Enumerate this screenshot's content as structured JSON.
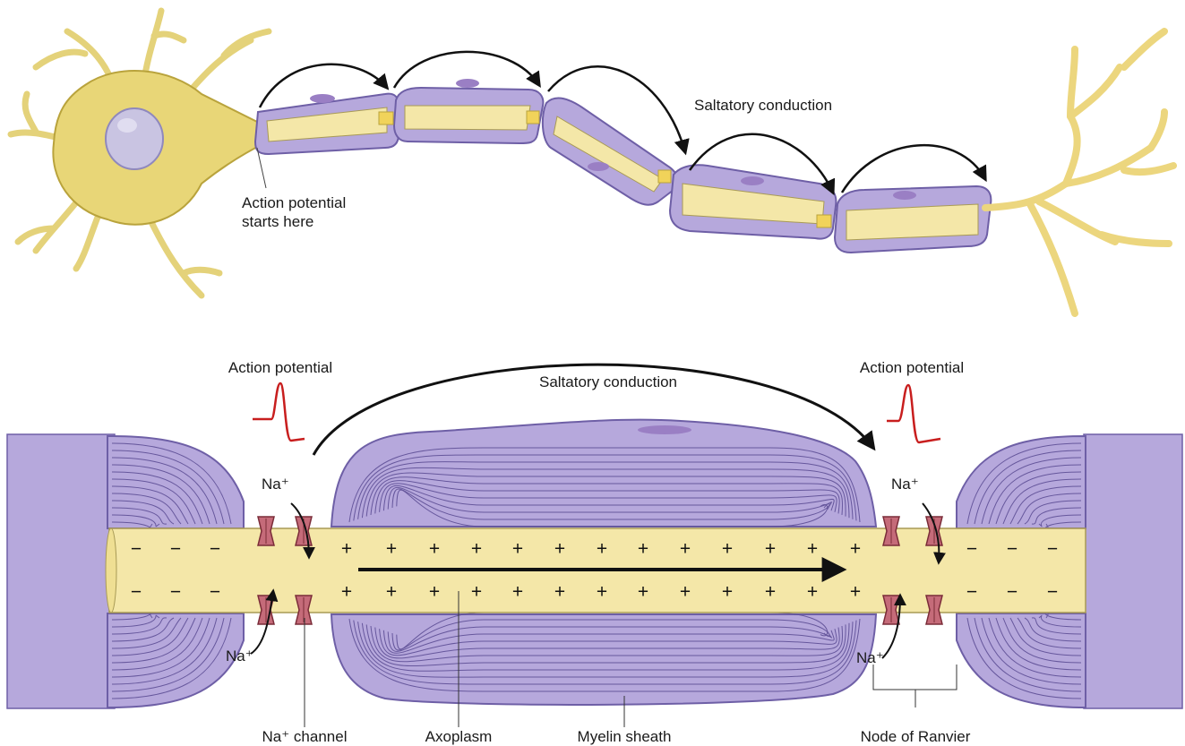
{
  "colors": {
    "cell_body": "#e8d677",
    "cell_outline": "#b9a33c",
    "axon": "#f4e7a8",
    "myelin": "#b6a8dc",
    "myelin_dark": "#6e5fa6",
    "channel": "#c56b79",
    "action_potential": "#c81e1e"
  },
  "top": {
    "saltatory_label": "Saltatory conduction",
    "start_label_line1": "Action potential",
    "start_label_line2": "starts here"
  },
  "bottom": {
    "saltatory_label": "Saltatory conduction",
    "ap_left": "Action potential",
    "ap_right": "Action potential",
    "na_labels": [
      "Na⁺",
      "Na⁺",
      "Na⁺",
      "Na⁺"
    ],
    "positive_sign": "+",
    "negative_sign": "−",
    "callouts": {
      "channel": "Na⁺ channel",
      "axoplasm": "Axoplasm",
      "myelin": "Myelin sheath",
      "node": "Node of Ranvier"
    }
  }
}
